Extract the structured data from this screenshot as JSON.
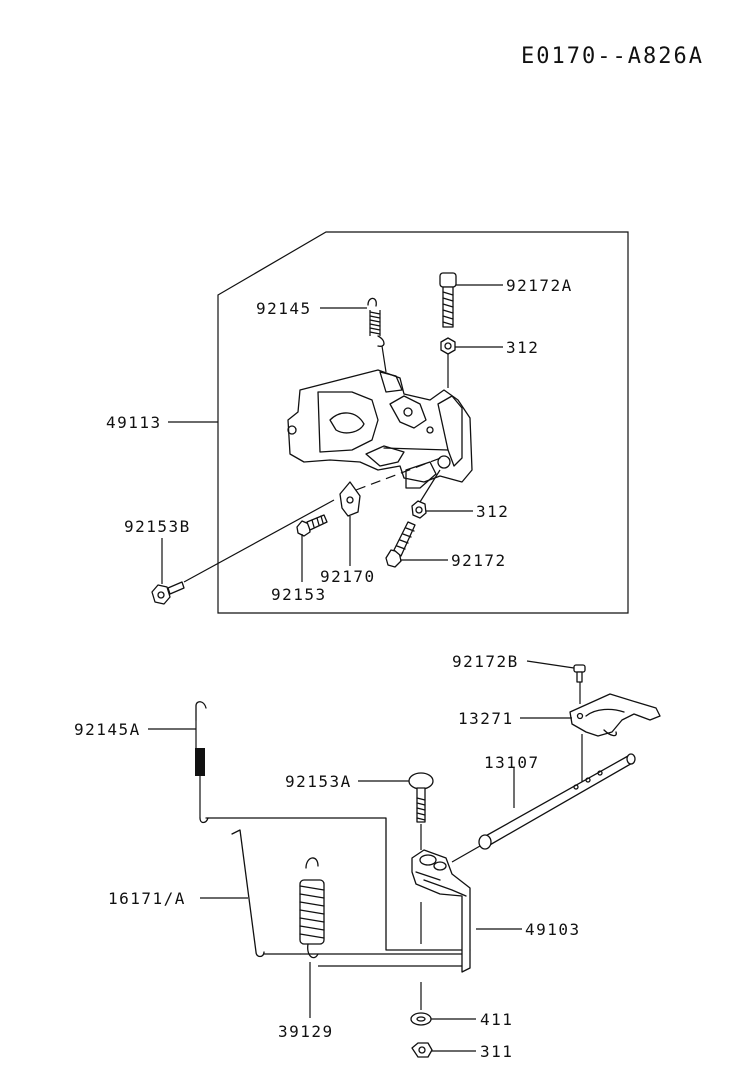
{
  "document_id": "E0170--A826A",
  "parts": {
    "p92172A": "92172A",
    "p92145": "92145",
    "p312_upper": "312",
    "p49113": "49113",
    "p92153B": "92153B",
    "p312_lower": "312",
    "p92172": "92172",
    "p92170": "92170",
    "p92153": "92153",
    "p92172B": "92172B",
    "p13271": "13271",
    "p92145A": "92145A",
    "p13107": "13107",
    "p92153A": "92153A",
    "p16171A": "16171/A",
    "p49103": "49103",
    "p39129": "39129",
    "p411": "411",
    "p311": "311"
  }
}
